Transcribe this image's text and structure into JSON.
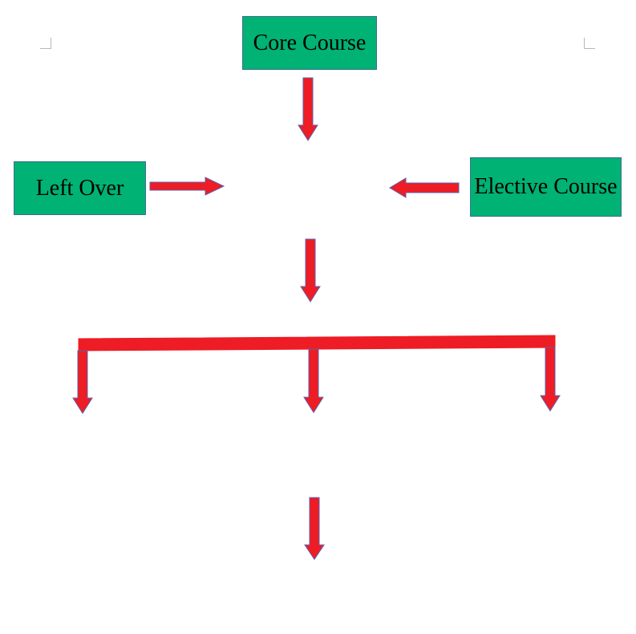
{
  "nodes": {
    "core_course": {
      "label": "Core Course"
    },
    "left_over": {
      "label": "Left Over"
    },
    "elective_course": {
      "label": "Elective Course"
    }
  },
  "colors": {
    "box_fill": "#00b274",
    "arrow_fill": "#ee1c25",
    "arrow_outline": "#5b62ad",
    "text": "#000000"
  }
}
